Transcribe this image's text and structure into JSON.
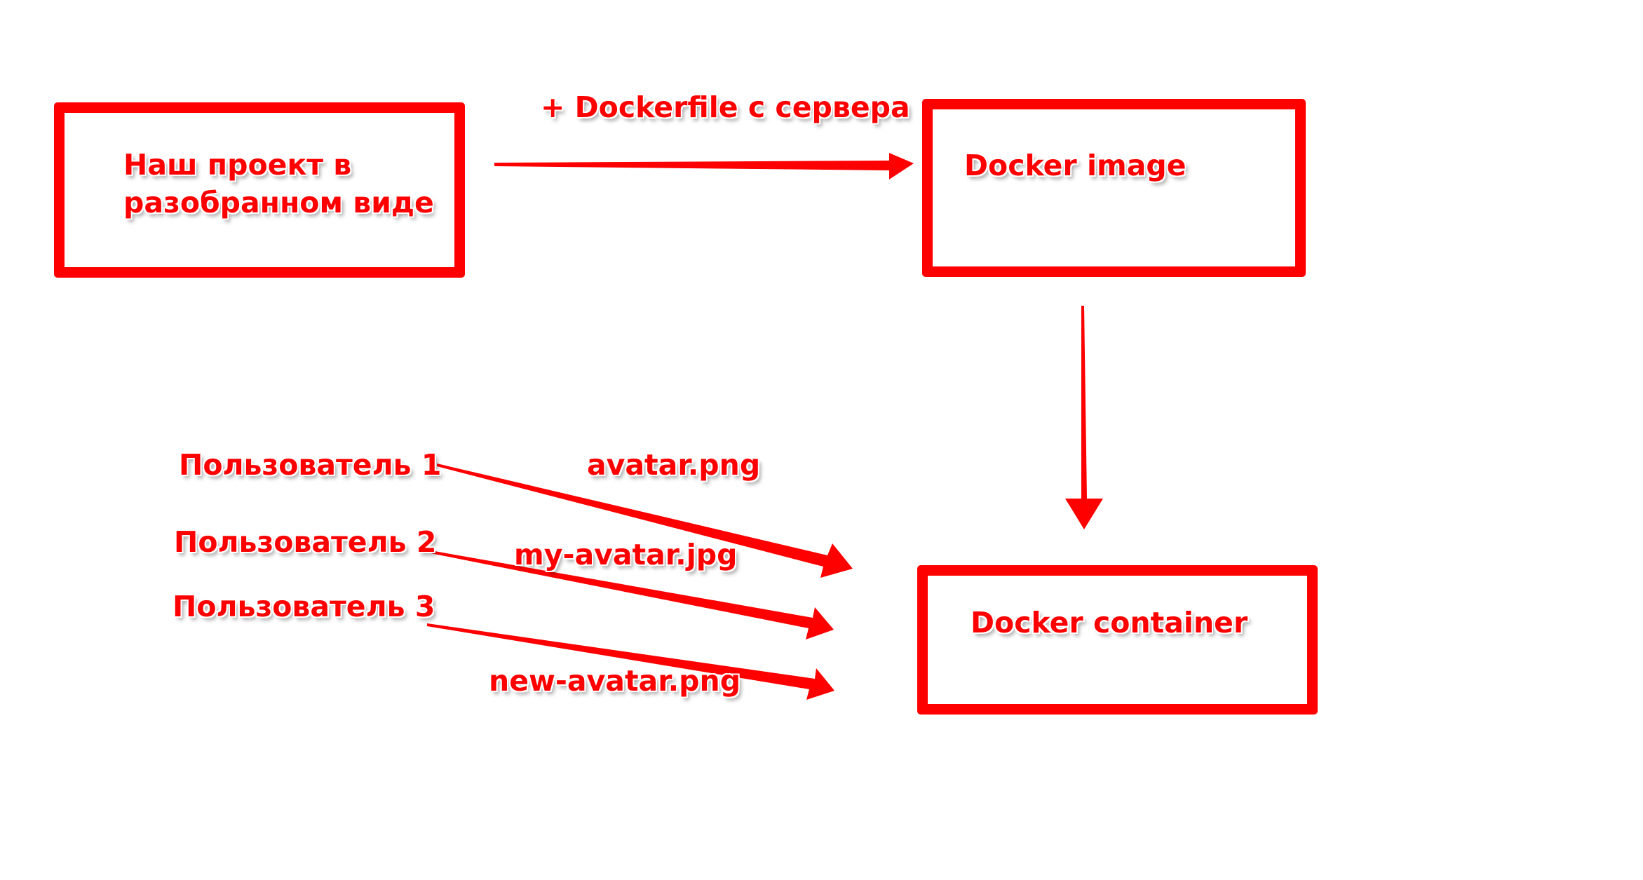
{
  "colors": {
    "accent": "#ff0000",
    "background": "#ffffff"
  },
  "nodes": {
    "project": {
      "line1": "Наш проект в",
      "line2": "разобранном виде"
    },
    "image": {
      "label": "Docker image"
    },
    "container": {
      "label": "Docker container"
    }
  },
  "edges": {
    "project_to_image": {
      "label": "+ Dockerfile с сервера"
    }
  },
  "users": [
    {
      "name": "Пользователь 1",
      "file": "avatar.png"
    },
    {
      "name": "Пользователь 2",
      "file": "my-avatar.jpg"
    },
    {
      "name": "Пользователь 3",
      "file": "new-avatar.png"
    }
  ]
}
